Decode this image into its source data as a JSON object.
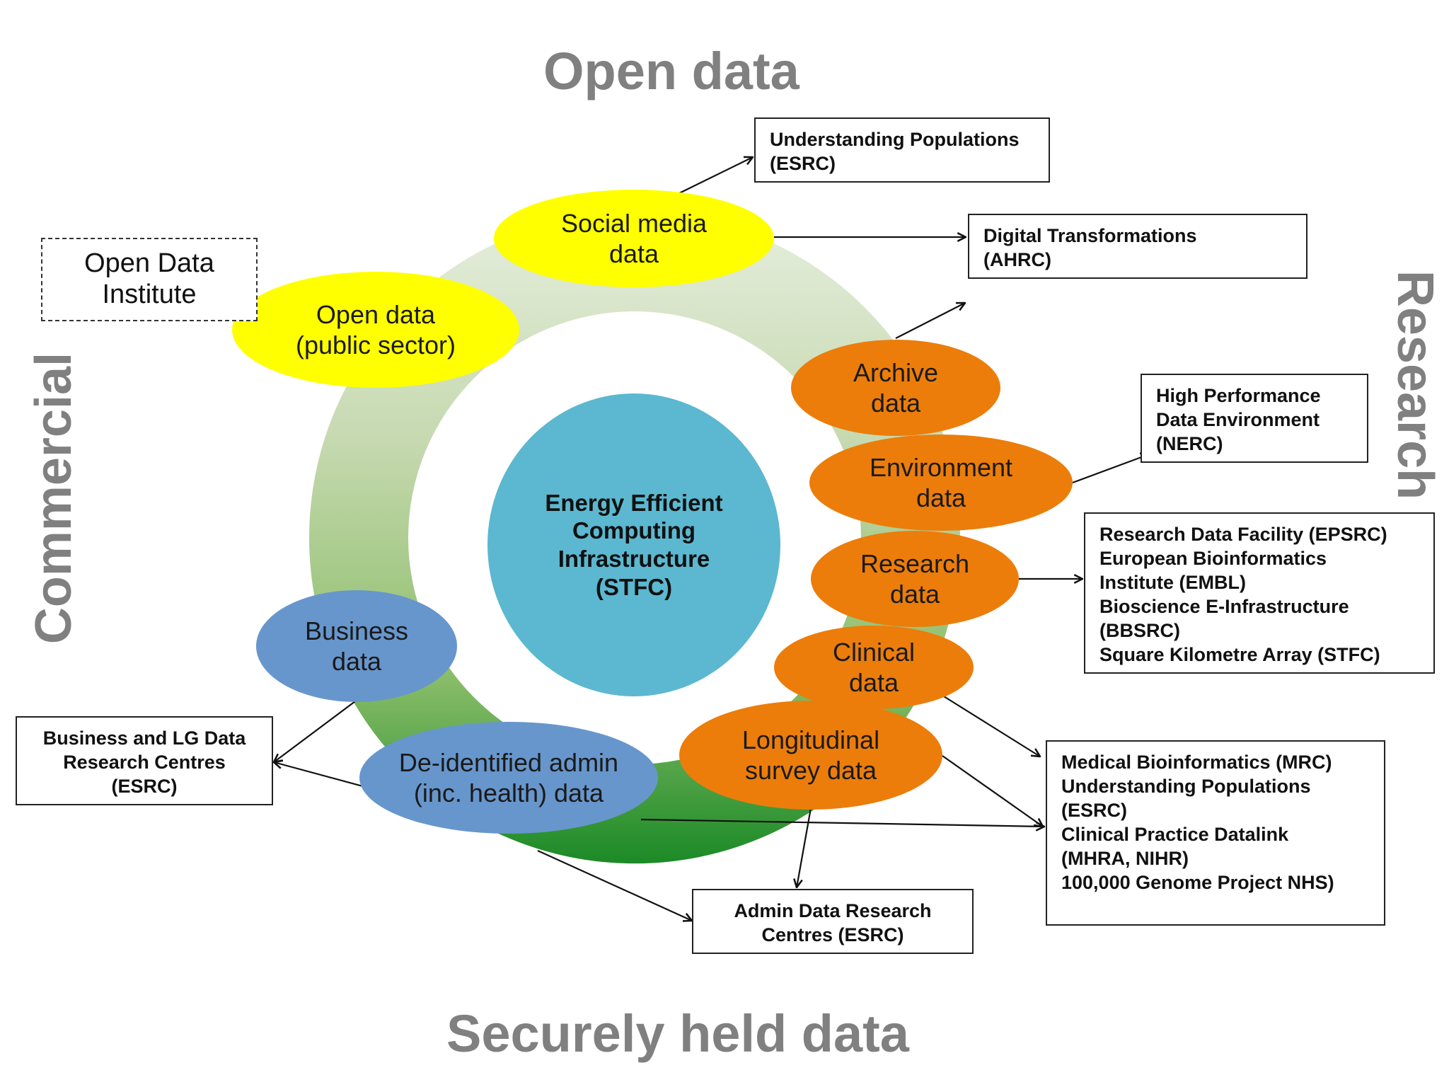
{
  "titles": {
    "top": "Open data",
    "bottom": "Securely held data",
    "left": "Commercial",
    "right": "Research"
  },
  "core": {
    "lines": [
      "Energy Efficient",
      "Computing",
      "Infrastructure",
      "(STFC)"
    ]
  },
  "ellipses": {
    "social_media": [
      "Social media",
      "data"
    ],
    "open_public": [
      "Open data",
      "(public sector)"
    ],
    "archive": [
      "Archive",
      "data"
    ],
    "environment": [
      "Environment",
      "data"
    ],
    "research": [
      "Research",
      "data"
    ],
    "clinical": [
      "Clinical",
      "data"
    ],
    "longitudinal": [
      "Longitudinal",
      "survey data"
    ],
    "business": [
      "Business",
      "data"
    ],
    "deidentified": [
      "De-identified admin",
      "(inc. health) data"
    ]
  },
  "boxes": {
    "open_data_institute": [
      "Open Data",
      "Institute"
    ],
    "understanding_populations": [
      "Understanding Populations",
      "(ESRC)"
    ],
    "digital_transformations": [
      "Digital Transformations",
      "(AHRC)"
    ],
    "high_performance": [
      "High Performance",
      "Data Environment",
      "(NERC)"
    ],
    "research_facilities": [
      "Research Data Facility (EPSRC)",
      "European Bioinformatics",
      "Institute (EMBL)",
      "Bioscience E-Infrastructure",
      "(BBSRC)",
      "Square Kilometre Array (STFC)"
    ],
    "medical": [
      "Medical Bioinformatics (MRC)",
      "Understanding Populations",
      "(ESRC)",
      "Clinical Practice Datalink",
      "(MHRA, NIHR)",
      "100,000 Genome Project NHS)"
    ],
    "business_lg": [
      "Business and LG Data",
      "Research Centres",
      "(ESRC)"
    ],
    "admin_data": [
      "Admin Data Research",
      "Centres (ESRC)"
    ]
  },
  "colors": {
    "yellow": "#ffff00",
    "orange": "#ec7d0a",
    "blue": "#6796cc",
    "core": "#5bb8d0",
    "ring_top": "#e2ecd8",
    "ring_bottom": "#1f8a28",
    "title_gray": "#808080"
  }
}
